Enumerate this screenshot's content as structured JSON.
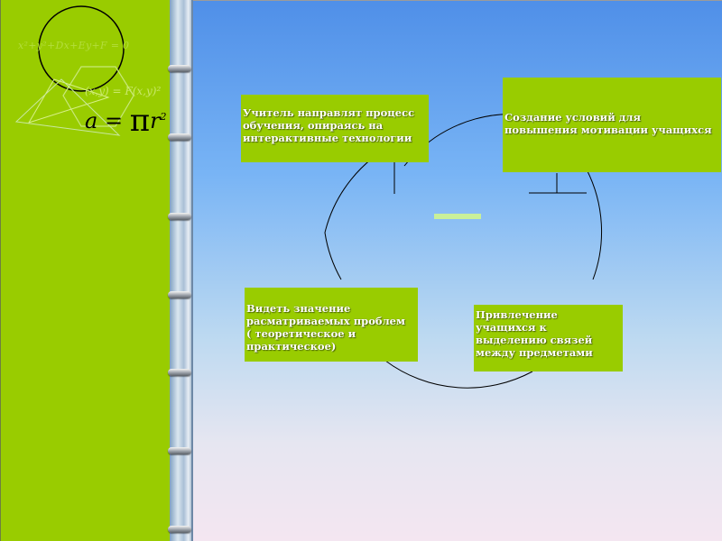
{
  "slide": {
    "colors": {
      "panel": "#99cc00",
      "box": "#99cc00",
      "box_text": "#ffffff"
    },
    "formulas": {
      "top": "x²+y²+Dx+Ey+F = 0",
      "small": "(x,y) = F(x,y)²",
      "area_lhs": "a",
      "area_eq": "=",
      "area_pi": "π",
      "area_r": "r",
      "area_exp": "2"
    },
    "boxes": {
      "teacher": "Учитель направлят процесс\nобучения, опираясь  на\nинтерактивные технологии",
      "motivation": "Создание условий  для\nповышения мотивации учащихся",
      "significance": "Видеть значение\nрасматриваемых проблем\n( теоретическое и\nпрактическое)",
      "connections": "Привлечение\nучащихся к\nвыделению связей\nмежду предметами"
    }
  }
}
